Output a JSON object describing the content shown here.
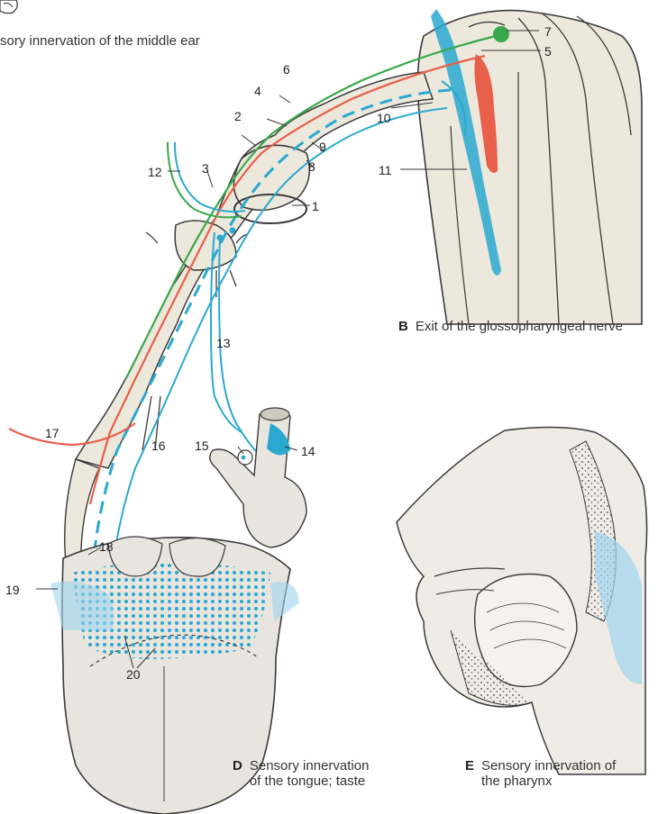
{
  "captions": {
    "a_partial": "sory innervation of the middle ear",
    "b_letter": "B",
    "b_text": "Exit of the glossopharyngeal nerve",
    "d_letter": "D",
    "d_line1": "Sensory innervation",
    "d_line2": "of the tongue; taste",
    "e_letter": "E",
    "e_line1": "Sensory innervation of",
    "e_line2": "the pharynx"
  },
  "labels": [
    "1",
    "2",
    "3",
    "4",
    "5",
    "6",
    "7",
    "8",
    "9",
    "10",
    "11",
    "12",
    "13",
    "14",
    "15",
    "16",
    "17",
    "18",
    "19",
    "20"
  ],
  "colors": {
    "nerve_fill": "#ece8dc",
    "outline": "#3a3a3a",
    "sensory_blue": "#2aa8d0",
    "blue_area": "#9fd3ee",
    "motor_red": "#e8604a",
    "green": "#3aa84a"
  }
}
